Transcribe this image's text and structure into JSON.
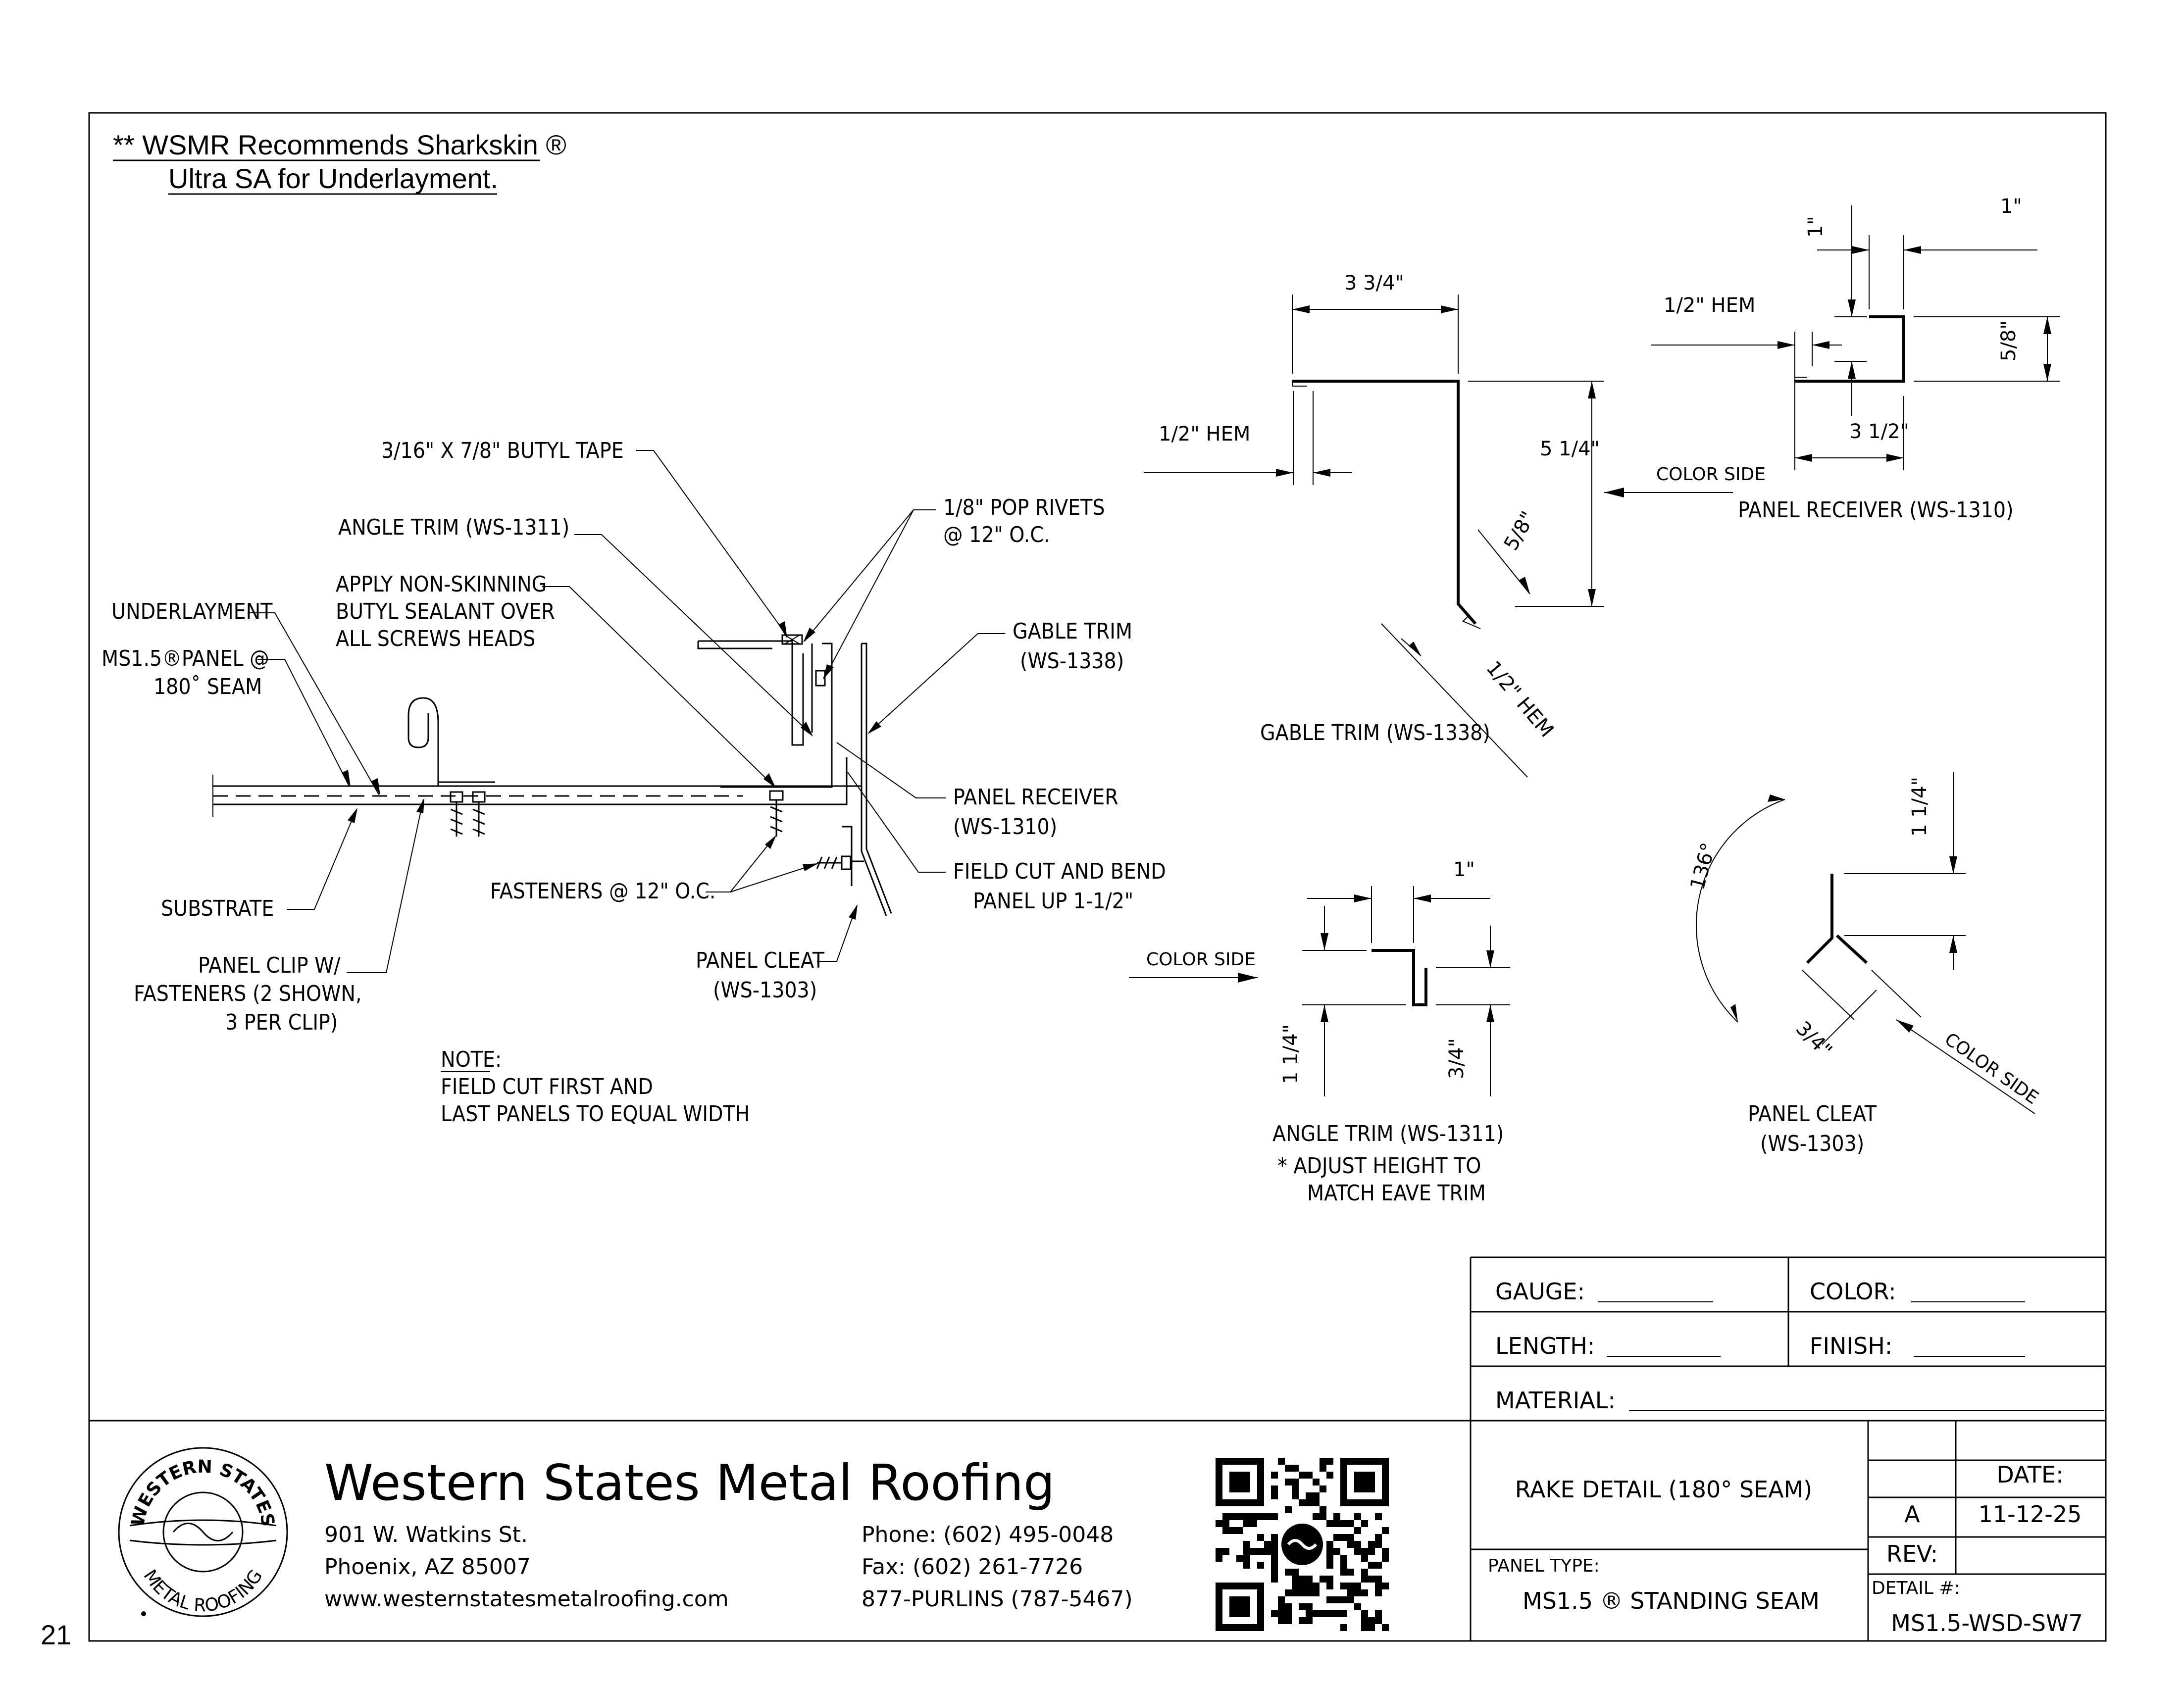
{
  "page_number": "21",
  "recommendation": {
    "line1": "** WSMR Recommends Sharkskin ®",
    "line2": "Ultra SA for Underlayment."
  },
  "main_detail": {
    "labels": {
      "butyl_tape": "3/16\" X 7/8\" BUTYL TAPE",
      "angle_trim": "ANGLE TRIM (WS-1311)",
      "sealant_1": "APPLY NON-SKINNING",
      "sealant_2": "BUTYL SEALANT OVER",
      "sealant_3": "ALL SCREWS HEADS",
      "underlayment": "UNDERLAYMENT",
      "panel_1": "MS1.5®PANEL @",
      "panel_2": "180˚ SEAM",
      "pop_rivets_1": "1/8\" POP RIVETS",
      "pop_rivets_2": "@ 12\" O.C.",
      "gable_trim_1": "GABLE TRIM",
      "gable_trim_2": "(WS-1338)",
      "panel_receiver_1": "PANEL RECEIVER",
      "panel_receiver_2": "(WS-1310)",
      "field_cut_1": "FIELD CUT AND BEND",
      "field_cut_2": "PANEL UP 1-1/2\"",
      "substrate": "SUBSTRATE",
      "fasteners": "FASTENERS @ 12\" O.C.",
      "panel_cleat_1": "PANEL CLEAT",
      "panel_cleat_2": "(WS-1303)",
      "panel_clip_1": "PANEL CLIP W/",
      "panel_clip_2": "FASTENERS (2 SHOWN,",
      "panel_clip_3": "3 PER CLIP)"
    },
    "note": {
      "title": "NOTE:",
      "line1": "FIELD CUT FIRST AND",
      "line2": "LAST PANELS TO EQUAL WIDTH"
    }
  },
  "gable_trim_detail": {
    "name": "GABLE TRIM (WS-1338)",
    "top_dim": "3 3/4\"",
    "height_dim": "5 1/4\"",
    "hem_left": "1/2\" HEM",
    "angle_dim": "5/8\"",
    "hem_bottom": "1/2\" HEM",
    "color_side": "COLOR SIDE"
  },
  "panel_receiver_detail": {
    "name": "PANEL RECEIVER (WS-1310)",
    "top_dim": "1\"",
    "left_dim": "1\"",
    "hem": "1/2\" HEM",
    "height_dim": "5/8\"",
    "width_dim": "3 1/2\""
  },
  "angle_trim_detail": {
    "name": "ANGLE TRIM (WS-1311)",
    "note_1": "* ADJUST HEIGHT TO",
    "note_2": "MATCH EAVE TRIM",
    "top_dim": "1\"",
    "left_dim": "1 1/4\"",
    "right_dim": "3/4\"",
    "color_side": "COLOR SIDE"
  },
  "panel_cleat_detail": {
    "name_1": "PANEL CLEAT",
    "name_2": "(WS-1303)",
    "angle": "136°",
    "top_dim": "1 1/4\"",
    "leg_dim": "3/4\"",
    "color_side": "COLOR SIDE"
  },
  "fields": {
    "gauge": "GAUGE:",
    "color": "COLOR:",
    "length": "LENGTH:",
    "finish": "FINISH:",
    "material": "MATERIAL:"
  },
  "company": {
    "name": "Western States Metal Roofing",
    "address_1": "901 W. Watkins St.",
    "address_2": "Phoenix, AZ 85007",
    "website": "www.westernstatesmetalroofing.com",
    "phone": "Phone: (602) 495-0048",
    "fax": "Fax: (602) 261-7726",
    "purlins": "877-PURLINS (787-5467)",
    "logo_text_top": "WESTERN STATES",
    "logo_text_bottom": "METAL ROOFING"
  },
  "title_block": {
    "detail_title": "RAKE DETAIL (180° SEAM)",
    "panel_type_label": "PANEL TYPE:",
    "panel_type": "MS1.5 ® STANDING SEAM",
    "date_label": "DATE:",
    "rev_letter": "A",
    "date": "11-12-25",
    "rev_label": "REV:",
    "detail_no_label": "DETAIL #:",
    "detail_no": "MS1.5-WSD-SW7"
  }
}
